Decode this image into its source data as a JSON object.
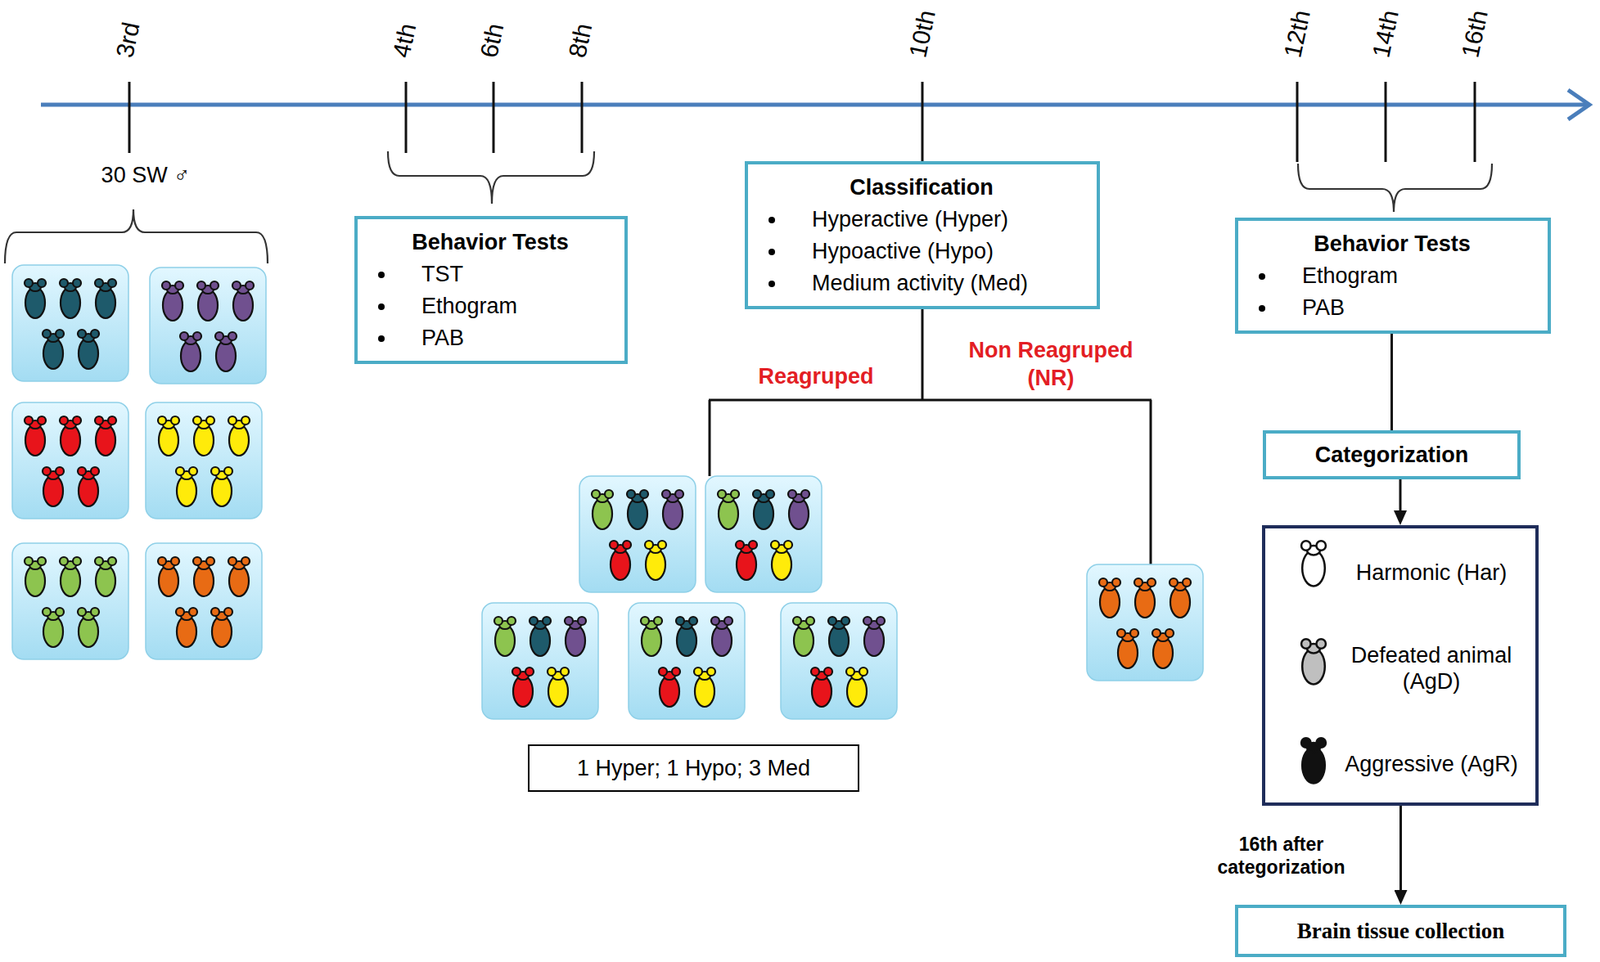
{
  "diagram": {
    "nodes": [
      {
        "text": [
          "Behavior Tests",
          "TST",
          "Ethogram",
          "PAB"
        ]
      },
      {
        "text": [
          "Classification",
          "Hyperactive (Hyper)",
          "Hypoactive (Hypo)",
          "Medium activity (Med)"
        ]
      },
      {
        "text": [
          "Behavior Tests",
          "Ethogram",
          "PAB"
        ]
      },
      {
        "text": [
          "1 Hyper; 1 Hypo; 3 Med"
        ]
      },
      {
        "text": [
          "Categorization"
        ]
      },
      {
        "text": [
          "Harmonic (Har)",
          "Defeated animal (AgD)",
          "Aggressive (AgR)"
        ]
      },
      {
        "text": [
          "Brain tissue collection"
        ]
      }
    ],
    "edges": [
      {
        "from": 2,
        "to": 4,
        "arrow": "none"
      },
      {
        "from": 4,
        "to": 5,
        "arrow": "to"
      },
      {
        "from": 5,
        "to": 6,
        "label": "16th after categorization",
        "arrow": "to"
      }
    ],
    "labels": [
      "3rd",
      "4th",
      "6th",
      "8th",
      "10th",
      "12th",
      "14th",
      "16th",
      "30 SW ♂",
      "Reagruped",
      "Non Reagruped (NR)"
    ]
  }
}
